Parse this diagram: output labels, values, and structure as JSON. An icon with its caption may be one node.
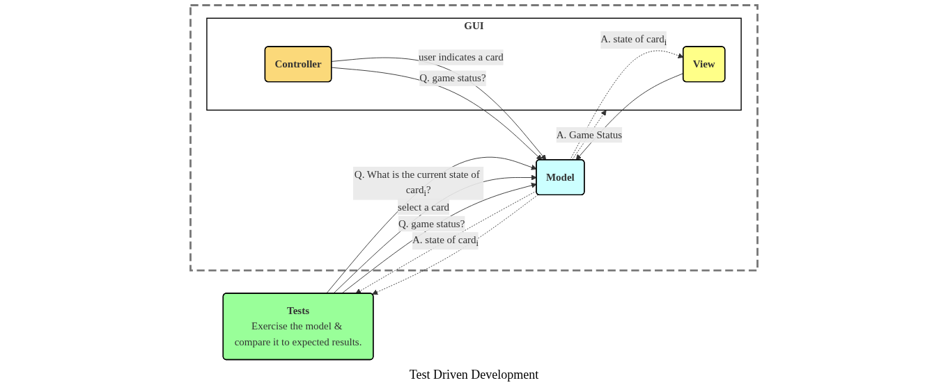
{
  "diagram": {
    "nodes": [
      {
        "text": [
          "Tests",
          "Exercise the model & compare it to expected results."
        ],
        "beside": [
          "Test Driven Development"
        ]
      },
      {
        "text": [],
        "shape": "box"
      },
      {
        "text": [
          "Model"
        ],
        "in": 1
      },
      {
        "text": [
          "GUI"
        ],
        "in": 1
      },
      {
        "text": [
          "View"
        ],
        "in": 3
      },
      {
        "text": [
          "Controller"
        ],
        "in": 3
      }
    ],
    "edges": [
      {
        "from": 0,
        "to": 2,
        "arrow": "to",
        "label": "Q. What is the current state of card$_{i}$?"
      },
      {
        "from": 4,
        "to": 2,
        "arrow": "to"
      },
      {
        "from": 2,
        "to": 0,
        "arrow": "to",
        "label": "A. state of card$_{i}$",
        "style": "dashed"
      },
      {
        "from": 2,
        "to": 4,
        "arrow": "to",
        "label": "A. state of card$_{i}$",
        "style": "dashed"
      },
      {
        "from": 0,
        "to": 2,
        "arrow": "to",
        "label": "select a card"
      },
      {
        "from": 0,
        "to": 2,
        "arrow": "to",
        "label": "Q. game status?"
      },
      {
        "from": 2,
        "to": 0,
        "arrow": "to",
        "style": "dashed"
      },
      {
        "from": 5,
        "to": 2,
        "arrow": "to",
        "label": "user indicates a card"
      },
      {
        "from": 5,
        "to": 2,
        "arrow": "to",
        "label": "Q. game status?"
      },
      {
        "from": 2,
        "to": 3,
        "arrow": "to",
        "label": "A. Game Status",
        "style": "dashed"
      }
    ]
  }
}
